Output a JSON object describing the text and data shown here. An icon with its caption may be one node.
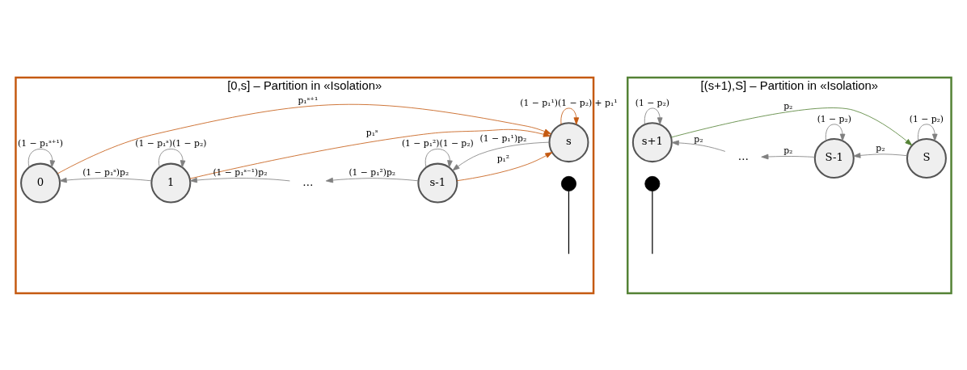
{
  "diagram": {
    "nodes": [
      {
        "text": [
          "[0,s] – Partition in «Isolation»"
        ]
      },
      {
        "text": [
          "0"
        ],
        "in": 0
      },
      {
        "text": [
          "1"
        ],
        "in": 0
      },
      {
        "text": [
          "…"
        ],
        "in": 0
      },
      {
        "text": [
          "s-1"
        ],
        "in": 0
      },
      {
        "text": [
          "s"
        ],
        "in": 0
      },
      {
        "text": [],
        "shape": "circle",
        "in": 0
      },
      {
        "text": [
          "[(s+1),S] – Partition in «Isolation»"
        ]
      },
      {
        "text": [
          "s+1"
        ],
        "in": 7
      },
      {
        "text": [
          "…"
        ],
        "in": 7
      },
      {
        "text": [
          "S-1"
        ],
        "in": 7
      },
      {
        "text": [
          "S"
        ],
        "in": 7
      },
      {
        "text": [],
        "shape": "circle",
        "in": 7
      }
    ],
    "edges": [
      {
        "from": 1,
        "to": 5,
        "arrow": "to",
        "label": "p₁ˢ⁺¹",
        "color": "#c55a11"
      },
      {
        "from": 2,
        "to": 5,
        "arrow": "to",
        "label": "p₁ˢ",
        "color": "#c55a11"
      },
      {
        "from": 4,
        "to": 5,
        "arrow": "to",
        "label": "p₁²",
        "color": "#c55a11"
      },
      {
        "from": 2,
        "to": 1,
        "arrow": "to",
        "label": "(1 − p₁ˢ)p₂"
      },
      {
        "from": 3,
        "to": 2,
        "arrow": "to",
        "label": "(1 − p₁ˢ⁻¹)p₂"
      },
      {
        "from": 4,
        "to": 3,
        "arrow": "to",
        "label": "(1 − p₁²)p₂"
      },
      {
        "from": 5,
        "to": 4,
        "arrow": "to",
        "label": "(1 − p₁¹)p₂"
      },
      {
        "from": 1,
        "to": 1,
        "arrow": "to",
        "label": "(1 − p₁ˢ⁺¹)"
      },
      {
        "from": 2,
        "to": 2,
        "arrow": "to",
        "label": "(1 − p₁ˢ)(1 − p₂)"
      },
      {
        "from": 4,
        "to": 4,
        "arrow": "to",
        "label": "(1 − p₁²)(1 − p₂)"
      },
      {
        "from": 5,
        "to": 5,
        "arrow": "to",
        "label": "(1 − p₁¹)(1 − p₂) + p₁¹",
        "color": "#c55a11"
      },
      {
        "from": 8,
        "to": 11,
        "arrow": "to",
        "label": "p₂",
        "color": "#548235"
      },
      {
        "from": 9,
        "to": 8,
        "arrow": "to",
        "label": "p₂"
      },
      {
        "from": 10,
        "to": 9,
        "arrow": "to",
        "label": "p₂"
      },
      {
        "from": 11,
        "to": 10,
        "arrow": "to",
        "label": "p₂"
      },
      {
        "from": 8,
        "to": 8,
        "arrow": "to",
        "label": "(1 − p₂)"
      },
      {
        "from": 10,
        "to": 10,
        "arrow": "to",
        "label": "(1 − p₂)"
      },
      {
        "from": 11,
        "to": 11,
        "arrow": "to",
        "label": "(1 − p₂)"
      },
      {
        "from": 6,
        "to": null,
        "arrow": "none",
        "color": "#000000"
      },
      {
        "from": 12,
        "to": null,
        "arrow": "none",
        "color": "#000000"
      }
    ]
  }
}
